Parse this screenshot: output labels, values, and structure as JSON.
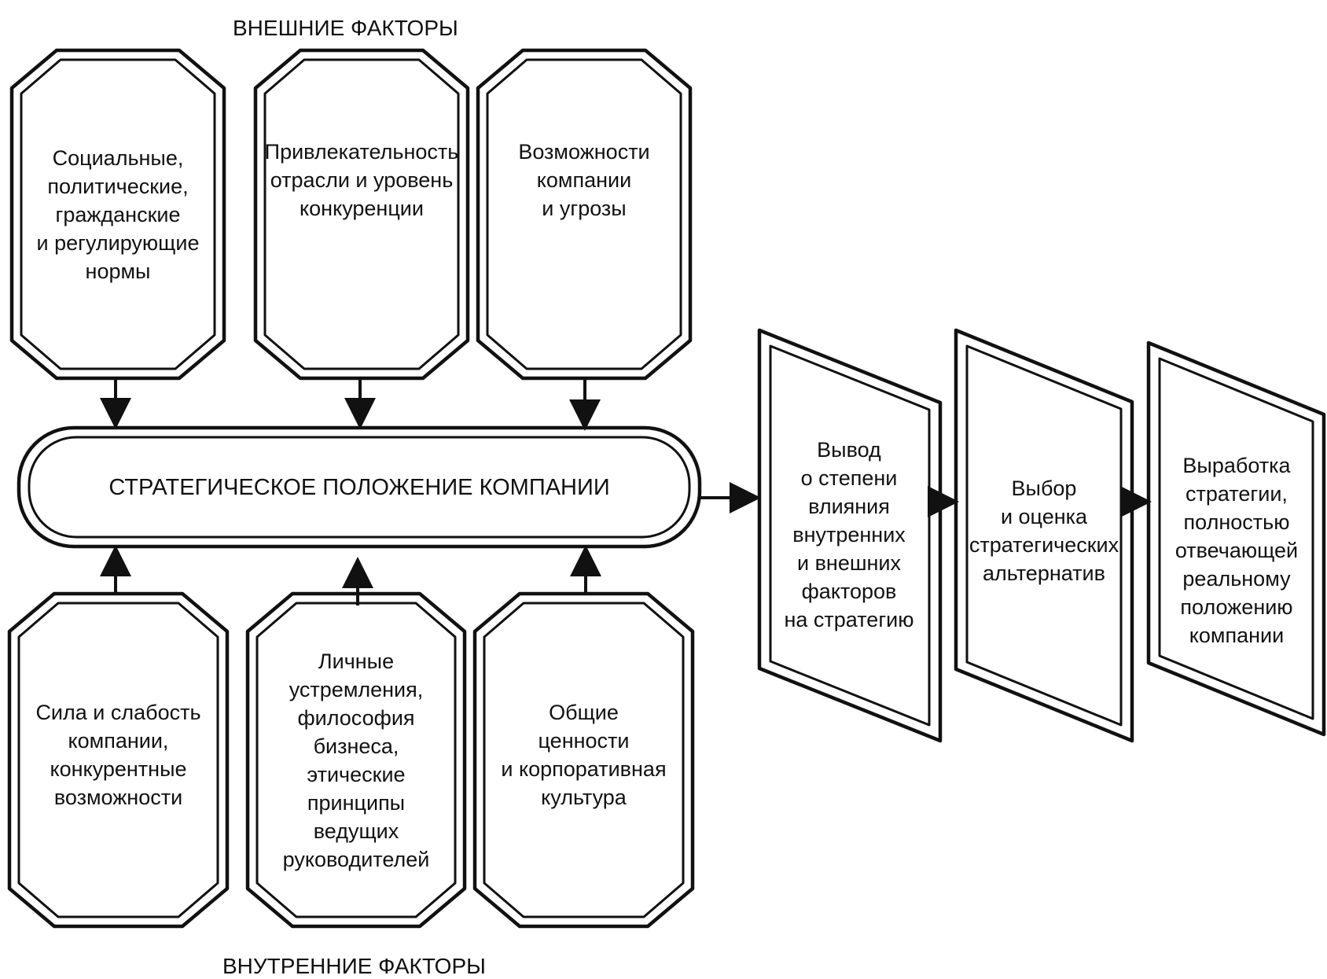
{
  "headings": {
    "external": "ВНЕШНИЕ ФАКТОРЫ",
    "internal": "ВНУТРЕННИЕ ФАКТОРЫ"
  },
  "central": "СТРАТЕГИЧЕСКОЕ ПОЛОЖЕНИЕ КОМПАНИИ",
  "external_factors": [
    "Социальные,\nполитические,\nгражданские\nи регулирующие\nнормы",
    "Привлекательность\nотрасли и уровень\nконкуренции",
    "Возможности\nкомпании\nи угрозы"
  ],
  "internal_factors": [
    "Сила и слабость\nкомпании,\nконкурентные\nвозможности",
    "Личные\nустремления,\nфилософия\nбизнеса,\nэтические\nпринципы\nведущих\nруководителей",
    "Общие\nценности\nи корпоративная\nкультура"
  ],
  "stages": [
    "Вывод\nо степени\nвлияния\nвнутренних\nи внешних\nфакторов\nна стратегию",
    "Выбор\nи оценка\nстратегических\nальтернатив",
    "Выработка\nстратегии,\nполностью\nотвечающей\nреальному\nположению\nкомпании"
  ]
}
